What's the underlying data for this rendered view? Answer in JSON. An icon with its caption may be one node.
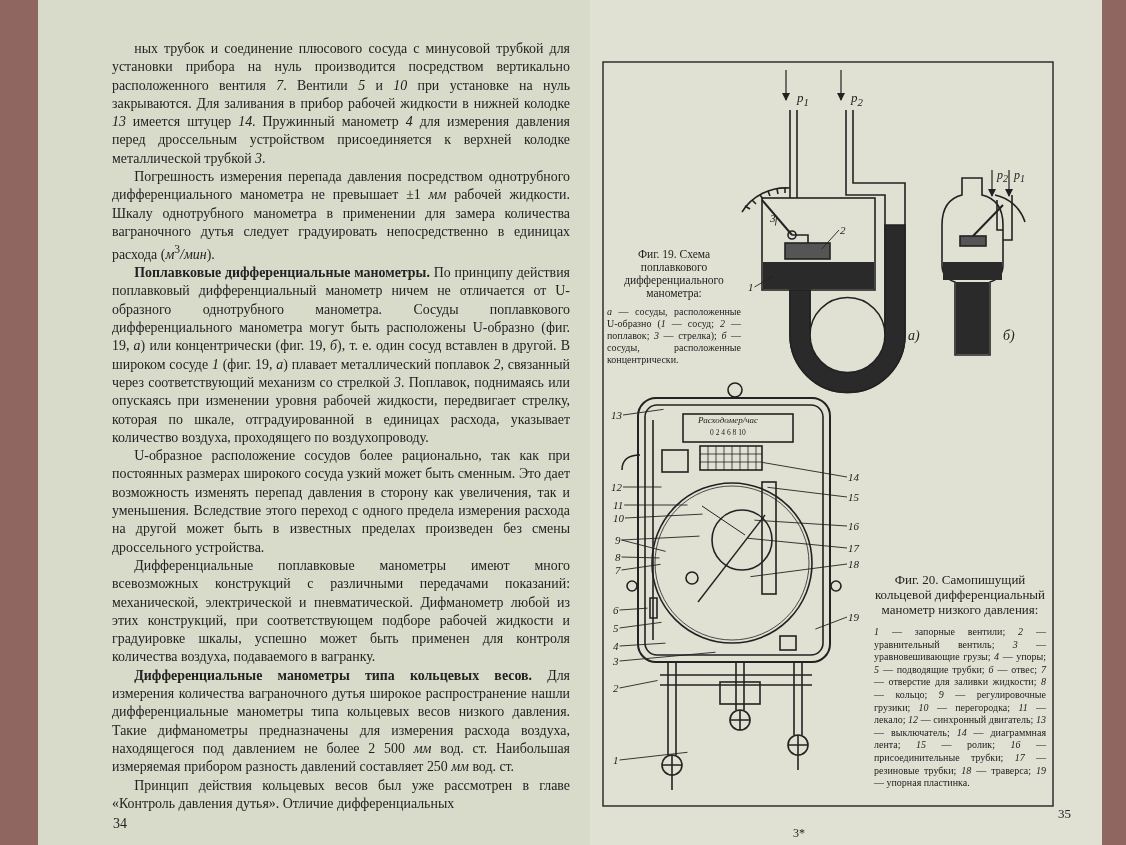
{
  "diagram": {
    "nodes": [
      {
        "text": [
          "3"
        ]
      },
      {
        "text": [
          "2"
        ]
      },
      {
        "text": [
          "1"
        ]
      },
      {
        "text": [
          "13"
        ]
      },
      {
        "text": [
          "12"
        ]
      },
      {
        "text": [
          "11"
        ]
      },
      {
        "text": [
          "10"
        ]
      },
      {
        "text": [
          "9"
        ]
      },
      {
        "text": [
          "8"
        ]
      },
      {
        "text": [
          "7"
        ]
      },
      {
        "text": [
          "6"
        ]
      },
      {
        "text": [
          "5"
        ]
      },
      {
        "text": [
          "4"
        ]
      },
      {
        "text": [
          "3"
        ]
      },
      {
        "text": [
          "2"
        ]
      },
      {
        "text": [
          "1"
        ]
      },
      {
        "text": [
          "14"
        ]
      },
      {
        "text": [
          "15"
        ]
      },
      {
        "text": [
          "16"
        ]
      },
      {
        "text": [
          "17"
        ]
      },
      {
        "text": [
          "18"
        ]
      },
      {
        "text": [
          "19"
        ]
      }
    ],
    "edges": [
      {
        "from": 0,
        "to": null,
        "arrow": "none"
      },
      {
        "from": 1,
        "to": null,
        "arrow": "none"
      },
      {
        "from": 2,
        "to": null,
        "arrow": "none"
      },
      {
        "from": 3,
        "to": null,
        "arrow": "none"
      },
      {
        "from": 4,
        "to": null,
        "arrow": "none"
      },
      {
        "from": 5,
        "to": null,
        "arrow": "none"
      },
      {
        "from": 6,
        "to": null,
        "arrow": "none"
      },
      {
        "from": 7,
        "to": null,
        "arrow": "none"
      },
      {
        "from": 7,
        "to": null,
        "arrow": "none"
      },
      {
        "from": 8,
        "to": null,
        "arrow": "none"
      },
      {
        "from": 9,
        "to": null,
        "arrow": "none"
      },
      {
        "from": 10,
        "to": null,
        "arrow": "none"
      },
      {
        "from": 11,
        "to": null,
        "arrow": "none"
      },
      {
        "from": 12,
        "to": null,
        "arrow": "none"
      },
      {
        "from": 13,
        "to": null,
        "arrow": "none"
      },
      {
        "from": 14,
        "to": null,
        "arrow": "none"
      },
      {
        "from": 15,
        "to": null,
        "arrow": "none"
      },
      {
        "from": 16,
        "to": null,
        "arrow": "none"
      },
      {
        "from": 17,
        "to": null,
        "arrow": "none"
      },
      {
        "from": 18,
        "to": null,
        "arrow": "none"
      },
      {
        "from": 19,
        "to": null,
        "arrow": "none"
      },
      {
        "from": 20,
        "to": null,
        "arrow": "none"
      },
      {
        "from": 21,
        "to": null,
        "arrow": "none"
      }
    ],
    "labels": [
      "ных трубок и соединение плюсового сосуда с минусовой трубкой для установки прибора на нуль производится посредством вертикально расположенного вентиля *7*. Вентили *5* и *10* при установке на нуль закрываются. Для заливания в прибор рабочей жидкости в нижней колодке *13* имеется штуцер *14*. Пружинный манометр *4* для измерения давления перед дроссельным устройством присоединяется к верхней колодке металлической трубкой *3*.",
      "Погрешность измерения перепада давления посредством однотрубного дифференциального манометра не превышает ±1 *мм* рабочей жидкости. Шкалу однотрубного манометра в применении для замера количества ваграночного дутья следует градуировать непосредственно в единицах расхода (*м*$^{3}$*/мин*).",
      "**Поплавковые дифференциальные манометры.** По принципу действия поплавковый дифференциальный манометр ничем не отличается от U-образного однотрубного манометра. Сосуды поплавкового дифференциального манометра могут быть расположены U-образно (фиг. 19, *а*) или концентрически (фиг. 19, *б*), т. е. один сосуд вставлен в другой. В широком сосуде *1* (фиг. 19, *а*) плавает металлический поплавок *2*, связанный через соответствующий механизм со стрелкой *3*. Поплавок, поднимаясь или опускаясь при изменении уровня рабочей жидкости, передвигает стрелку, которая по шкале, отградуированной в единицах расхода, указывает количество воздуха, проходящего по воздухопроводу.",
      "U-образное расположение сосудов более рационально, так как при постоянных размерах широкого сосуда узкий может быть сменным. Это дает возможность изменять перепад давления в сторону как увеличения, так и уменьшения. Вследствие этого переход с одного предела измерения расхода на другой может быть в известных пределах произведен без смены дроссельного устройства.",
      "Дифференциальные поплавковые манометры имеют много всевозможных конструкций с различными передачами показаний: механической, электрической и пневматической. Дифманометр любой из этих конструкций, при соответствующем подборе рабочей жидкости и градуировке шкалы, успешно может быть применен для контроля количества воздуха, подаваемого в вагранку.",
      "**Дифференциальные манометры типа кольцевых весов.** Для измерения количества ваграночного дутья широкое распространение нашли дифференциальные манометры типа кольцевых весов низкого давления. Такие дифманометры предназначены для измерения расхода воздуха, находящегося под давлением не более 2 500 *мм* вод. ст. Наибольшая измеряемая прибором разность давлений составляет 250 *мм* вод. ст.",
      "Принцип действия кольцевых весов был уже рассмотрен в главе «Контроль давления дутья». Отличие дифференциальных",
      "34",
      "p$_{1}$",
      "p$_{2}$",
      "p$_{2}$",
      "p$_{1}$",
      "Фиг. 19. Схема поплавкового дифференциального манометра:",
      "*а* — сосуды, расположенные U-образно (*1* — сосуд; *2* — поплавок; *3* — стрелка); *б* — сосуды, расположенные концентрически.",
      "а)",
      "б)",
      "Расходомер/час",
      "0 2 4 6 8 10",
      "Фиг. 20. Самопишущий кольцевой дифференциальный манометр низкого давления:",
      "*1* — запорные вентили; *2* — уравнительный вентиль; *3* — уравновешивающие грузы; *4* — упоры; *5* — подводящие трубки; *6* — отвес; *7* — отверстие для заливки жидкости; *8* — кольцо; *9* — регулировочные грузики; *10* — перегородка; *11* — лекало; *12* — синхронный двигатель; *13* — выключатель; *14* — диаграммная лента; *15* — ролик; *16* — присоединительные трубки; *17* — резиновые трубки; *18* — траверса; *19* — упорная пластинка.",
      "35",
      "3*"
    ]
  }
}
